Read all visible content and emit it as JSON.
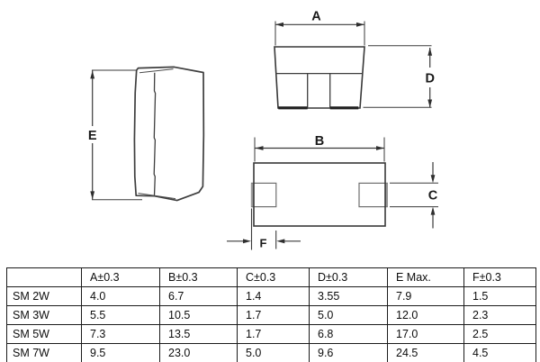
{
  "dims": {
    "a": "A",
    "b": "B",
    "c": "C",
    "d": "D",
    "e": "E",
    "f": "F"
  },
  "table": {
    "headers": [
      "",
      "A±0.3",
      "B±0.3",
      "C±0.3",
      "D±0.3",
      "E Max.",
      "F±0.3"
    ],
    "rows": [
      {
        "label": "SM 2W",
        "values": [
          "4.0",
          "6.7",
          "1.4",
          "3.55",
          "7.9",
          "1.5"
        ]
      },
      {
        "label": "SM 3W",
        "values": [
          "5.5",
          "10.5",
          "1.7",
          "5.0",
          "12.0",
          "2.3"
        ]
      },
      {
        "label": "SM 5W",
        "values": [
          "7.3",
          "13.5",
          "1.7",
          "6.8",
          "17.0",
          "2.5"
        ]
      },
      {
        "label": "SM 7W",
        "values": [
          "9.5",
          "23.0",
          "5.0",
          "9.6",
          "24.5",
          "4.5"
        ]
      }
    ]
  },
  "chart_data": {
    "type": "table",
    "columns": [
      "",
      "A±0.3",
      "B±0.3",
      "C±0.3",
      "D±0.3",
      "E Max.",
      "F±0.3"
    ],
    "rows": [
      [
        "SM 2W",
        "4.0",
        "6.7",
        "1.4",
        "3.55",
        "7.9",
        "1.5"
      ],
      [
        "SM 3W",
        "5.5",
        "10.5",
        "1.7",
        "5.0",
        "12.0",
        "2.3"
      ],
      [
        "SM 5W",
        "7.3",
        "13.5",
        "1.7",
        "6.8",
        "17.0",
        "2.5"
      ],
      [
        "SM 7W",
        "9.5",
        "23.0",
        "5.0",
        "9.6",
        "24.5",
        "4.5"
      ]
    ]
  },
  "colors": {
    "line": "#3a3a3a",
    "pad_shade": "#9a9a9a",
    "table_border": "#1b1b1b",
    "text": "#0d0d0d"
  }
}
